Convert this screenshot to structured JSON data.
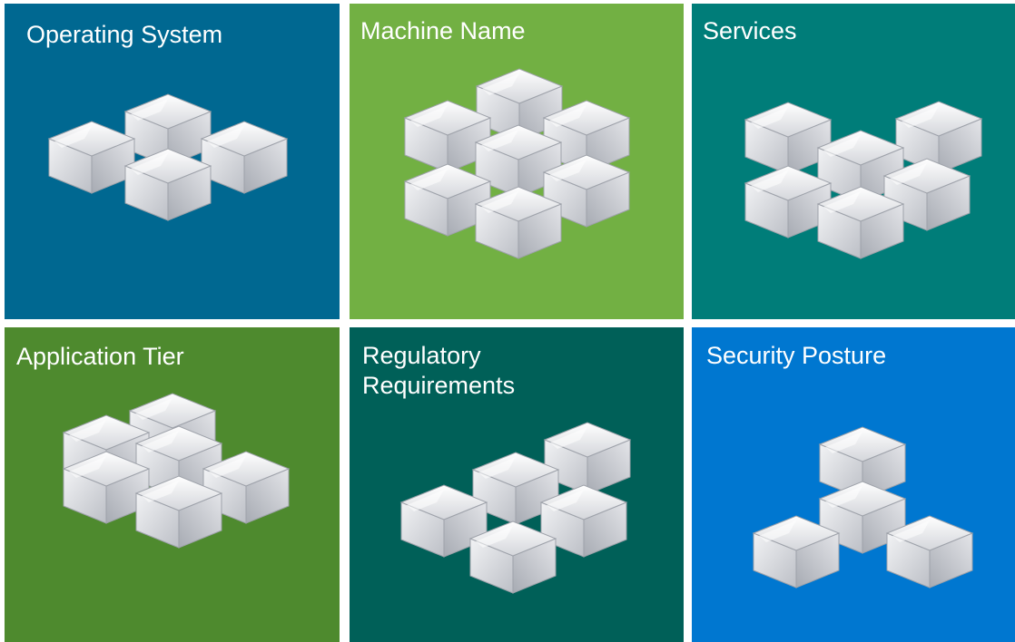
{
  "tiles": [
    {
      "title": "Operating System",
      "color": "#006891",
      "icon": "cube-cluster-icon"
    },
    {
      "title": "Machine Name",
      "color": "#72b043",
      "icon": "cube-cluster-icon"
    },
    {
      "title": "Services",
      "color": "#007d79",
      "icon": "cube-cluster-icon"
    },
    {
      "title": "Application Tier",
      "color": "#4e8a2e",
      "icon": "cube-cluster-icon"
    },
    {
      "title": "Regulatory Requirements",
      "color": "#006058",
      "icon": "cube-cluster-icon"
    },
    {
      "title": "Security Posture",
      "color": "#0077d0",
      "icon": "cube-cluster-icon"
    }
  ]
}
